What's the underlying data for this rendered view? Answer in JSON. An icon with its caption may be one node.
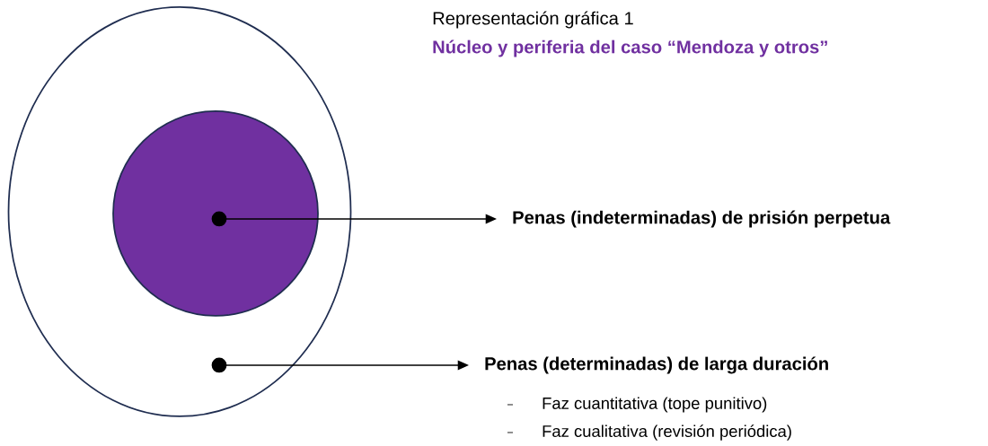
{
  "diagram": {
    "title": "Representación gráfica 1",
    "nodes": [
      {
        "text": [],
        "shape": "circle"
      },
      {
        "text": [],
        "shape": "circle",
        "in": 0
      },
      {
        "text": [],
        "shape": "circle",
        "in": 1
      },
      {
        "text": [
          "Penas (indeterminadas) de prisión perpetua"
        ]
      },
      {
        "text": [],
        "shape": "circle",
        "in": 0
      },
      {
        "text": [
          "Penas (determinadas) de larga duración"
        ],
        "beside": [
          "Faz cuantitativa (tope punitivo)",
          "Faz cualitativa (revisión periódica)"
        ]
      }
    ],
    "edges": [
      {
        "from": 2,
        "to": 3,
        "arrow": "to"
      },
      {
        "from": 4,
        "to": 5,
        "arrow": "to"
      }
    ],
    "labels": [
      "Núcleo y periferia del caso “Mendoza y otros”"
    ]
  }
}
